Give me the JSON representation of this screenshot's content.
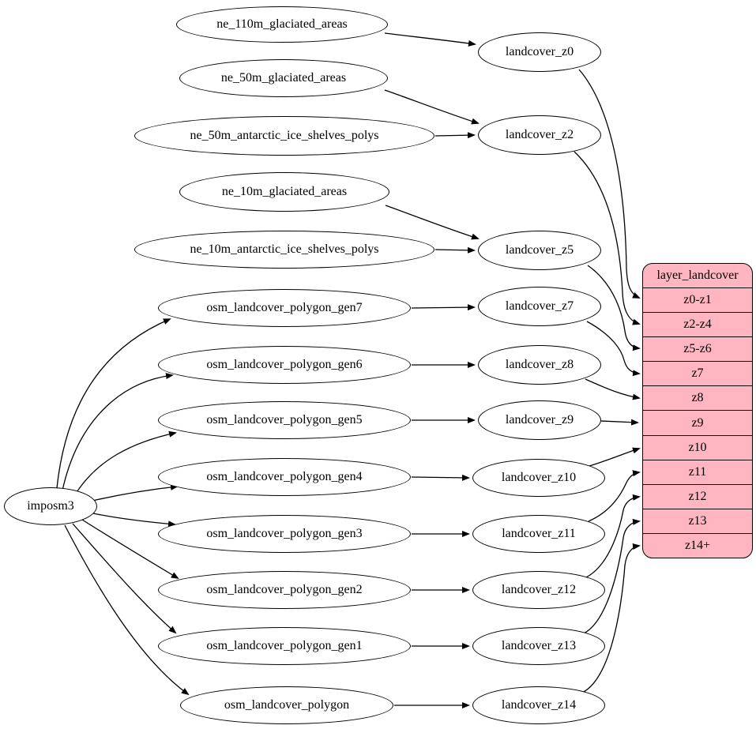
{
  "diagram": {
    "colors": {
      "background": "#ffffff",
      "edge": "#000000",
      "node_fill": "#ffffff",
      "node_stroke": "#000000"
    },
    "nodes": {
      "imposm3": "imposm3",
      "ne_110m_glaciated_areas": "ne_110m_glaciated_areas",
      "ne_50m_glaciated_areas": "ne_50m_glaciated_areas",
      "ne_50m_antarctic_ice_shelves_polys": "ne_50m_antarctic_ice_shelves_polys",
      "ne_10m_glaciated_areas": "ne_10m_glaciated_areas",
      "ne_10m_antarctic_ice_shelves_polys": "ne_10m_antarctic_ice_shelves_polys",
      "osm_landcover_polygon_gen7": "osm_landcover_polygon_gen7",
      "osm_landcover_polygon_gen6": "osm_landcover_polygon_gen6",
      "osm_landcover_polygon_gen5": "osm_landcover_polygon_gen5",
      "osm_landcover_polygon_gen4": "osm_landcover_polygon_gen4",
      "osm_landcover_polygon_gen3": "osm_landcover_polygon_gen3",
      "osm_landcover_polygon_gen2": "osm_landcover_polygon_gen2",
      "osm_landcover_polygon_gen1": "osm_landcover_polygon_gen1",
      "osm_landcover_polygon": "osm_landcover_polygon",
      "landcover_z0": "landcover_z0",
      "landcover_z2": "landcover_z2",
      "landcover_z5": "landcover_z5",
      "landcover_z7": "landcover_z7",
      "landcover_z8": "landcover_z8",
      "landcover_z9": "landcover_z9",
      "landcover_z10": "landcover_z10",
      "landcover_z11": "landcover_z11",
      "landcover_z12": "landcover_z12",
      "landcover_z13": "landcover_z13",
      "landcover_z14": "landcover_z14"
    },
    "table": {
      "title": "layer_landcover",
      "fill": "#ffb6c1",
      "rows": [
        "z0-z1",
        "z2-z4",
        "z5-z6",
        "z7",
        "z8",
        "z9",
        "z10",
        "z11",
        "z12",
        "z13",
        "z14+"
      ]
    },
    "edges": [
      {
        "from": "ne_110m_glaciated_areas",
        "to": "landcover_z0"
      },
      {
        "from": "ne_50m_glaciated_areas",
        "to": "landcover_z2"
      },
      {
        "from": "ne_50m_antarctic_ice_shelves_polys",
        "to": "landcover_z2"
      },
      {
        "from": "ne_10m_glaciated_areas",
        "to": "landcover_z5"
      },
      {
        "from": "ne_10m_antarctic_ice_shelves_polys",
        "to": "landcover_z5"
      },
      {
        "from": "osm_landcover_polygon_gen7",
        "to": "landcover_z7"
      },
      {
        "from": "osm_landcover_polygon_gen6",
        "to": "landcover_z8"
      },
      {
        "from": "osm_landcover_polygon_gen5",
        "to": "landcover_z9"
      },
      {
        "from": "osm_landcover_polygon_gen4",
        "to": "landcover_z10"
      },
      {
        "from": "osm_landcover_polygon_gen3",
        "to": "landcover_z11"
      },
      {
        "from": "osm_landcover_polygon_gen2",
        "to": "landcover_z12"
      },
      {
        "from": "osm_landcover_polygon_gen1",
        "to": "landcover_z13"
      },
      {
        "from": "osm_landcover_polygon",
        "to": "landcover_z14"
      },
      {
        "from": "imposm3",
        "to": "osm_landcover_polygon_gen7"
      },
      {
        "from": "imposm3",
        "to": "osm_landcover_polygon_gen6"
      },
      {
        "from": "imposm3",
        "to": "osm_landcover_polygon_gen5"
      },
      {
        "from": "imposm3",
        "to": "osm_landcover_polygon_gen4"
      },
      {
        "from": "imposm3",
        "to": "osm_landcover_polygon_gen3"
      },
      {
        "from": "imposm3",
        "to": "osm_landcover_polygon_gen2"
      },
      {
        "from": "imposm3",
        "to": "osm_landcover_polygon_gen1"
      },
      {
        "from": "imposm3",
        "to": "osm_landcover_polygon"
      },
      {
        "from": "landcover_z0",
        "to": "layer_landcover:z0-z1"
      },
      {
        "from": "landcover_z2",
        "to": "layer_landcover:z2-z4"
      },
      {
        "from": "landcover_z5",
        "to": "layer_landcover:z5-z6"
      },
      {
        "from": "landcover_z7",
        "to": "layer_landcover:z7"
      },
      {
        "from": "landcover_z8",
        "to": "layer_landcover:z8"
      },
      {
        "from": "landcover_z9",
        "to": "layer_landcover:z9"
      },
      {
        "from": "landcover_z10",
        "to": "layer_landcover:z10"
      },
      {
        "from": "landcover_z11",
        "to": "layer_landcover:z11"
      },
      {
        "from": "landcover_z12",
        "to": "layer_landcover:z12"
      },
      {
        "from": "landcover_z13",
        "to": "layer_landcover:z13"
      },
      {
        "from": "landcover_z14",
        "to": "layer_landcover:z14+"
      }
    ]
  }
}
